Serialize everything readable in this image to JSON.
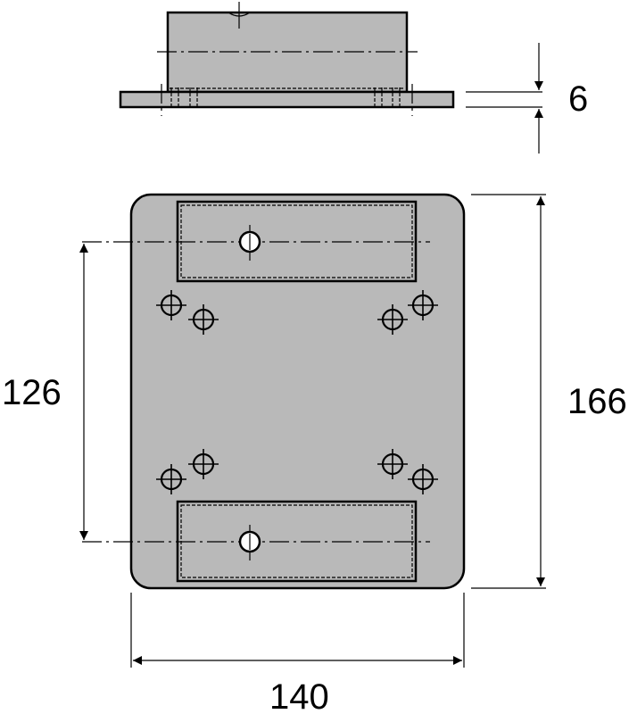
{
  "drawing": {
    "colors": {
      "part_fill": "#b9b9b9",
      "line": "#000000",
      "background": "#ffffff"
    },
    "dimensions": {
      "plate_thickness": "6",
      "plate_height": "166",
      "hole_spacing": "126",
      "plate_width": "140"
    }
  }
}
